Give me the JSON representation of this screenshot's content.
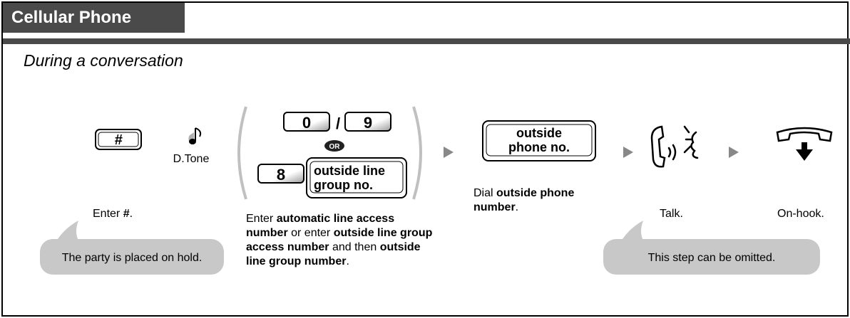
{
  "header": {
    "title": "Cellular Phone",
    "subtitle": "During a conversation"
  },
  "steps": {
    "hash": {
      "key": "#",
      "caption_pre": "Enter ",
      "caption_bold": "#",
      "caption_post": "."
    },
    "dial_tone": {
      "label": "D.Tone"
    },
    "access": {
      "key_0": "0",
      "slash": "/",
      "key_9": "9",
      "or": "OR",
      "key_8": "8",
      "group_line1": "outside line",
      "group_line2": "group no.",
      "caption": {
        "l1_pre": "Enter ",
        "l1_b": "automatic line access",
        "l2_b1": "number",
        "l2_mid": " or enter ",
        "l2_b2": "outside line group",
        "l3_b1": "access number",
        "l3_mid": " and then ",
        "l3_b2": "outside",
        "l4_b": "line group number",
        "l4_post": "."
      }
    },
    "outside": {
      "line1": "outside",
      "line2": "phone no.",
      "caption_pre": "Dial ",
      "caption_b1": "outside phone",
      "caption_b2": "number",
      "caption_post": "."
    },
    "talk": {
      "caption": "Talk."
    },
    "onhook": {
      "caption": "On-hook."
    }
  },
  "notes": {
    "hold": "The party is placed on hold.",
    "omit": "This step can be omitted."
  },
  "colors": {
    "title_bg": "#4a4a4a",
    "arrow": "#888888",
    "bubble": "#c8c8c8",
    "key_shadow": "#b0b0b0",
    "paren": "#c0c0c0"
  }
}
